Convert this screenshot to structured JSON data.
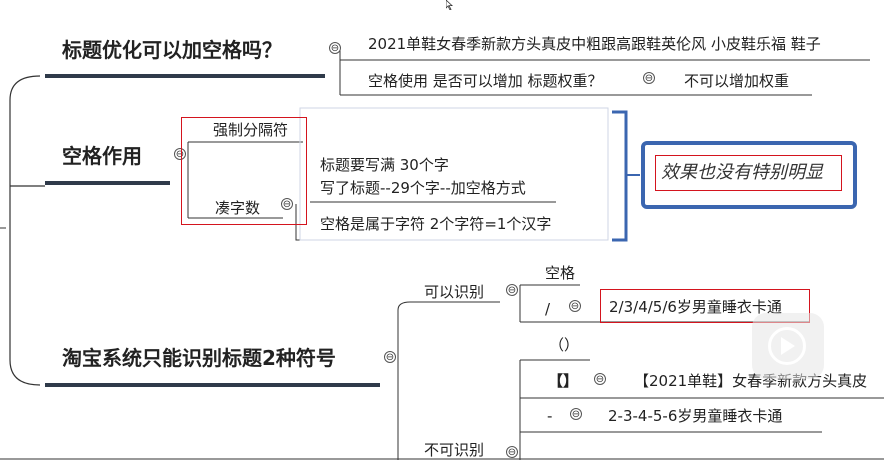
{
  "topics": {
    "t1": "标题优化可以加空格吗？",
    "t2": "空格作用",
    "t3": "淘宝系统只能识别标题2种符号"
  },
  "t1_children": {
    "example": "2021单鞋女春季新款方头真皮中粗跟高跟鞋英伦风 小皮鞋乐福 鞋子",
    "question": "空格使用 是否可以增加 标题权重？",
    "answer": "不可以增加权重"
  },
  "t2_children": {
    "sep": "强制分隔符",
    "pad": "凑字数",
    "pad_line1": "标题要写满 30个字",
    "pad_line2": "写了标题--29个字--加空格方式",
    "pad_line3": "空格是属于字符    2个字符=1个汉字",
    "summary": "效果也没有特别明显"
  },
  "t3_children": {
    "can": "可以识别",
    "can_space": "空格",
    "can_slash": "/",
    "can_slash_example": "2/3/4/5/6岁男童睡衣卡通",
    "cannot": "不可识别",
    "paren": "（）",
    "bracket": "【】",
    "bracket_example": "【2021单鞋】女春季新款方头真皮",
    "dash": "-",
    "dash_example": "2-3-4-5-6岁男童睡衣卡通"
  },
  "controls": {
    "collapse": "⊖"
  },
  "colors": {
    "topic_line": "#2f3a4a",
    "branch": "#333333",
    "red": "#d4141e",
    "blue": "#3b66b0"
  },
  "icons": {
    "video": "play-icon",
    "cursor": "cursor-icon"
  }
}
